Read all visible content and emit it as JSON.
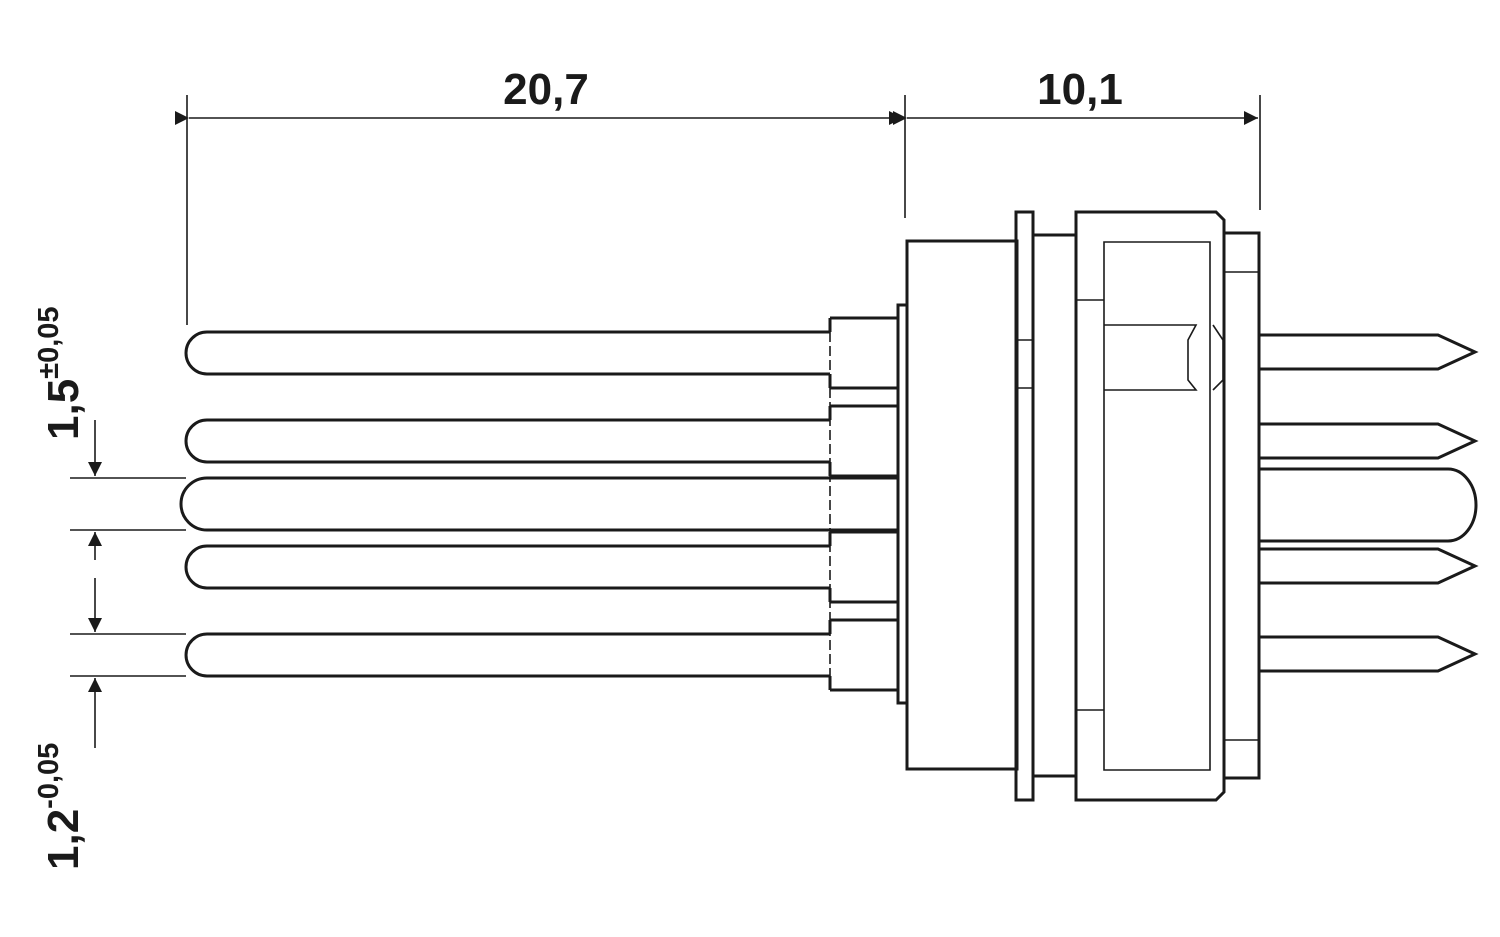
{
  "dimensions": {
    "pin_length": "20,7",
    "body_length": "10,1",
    "pitch": {
      "base": "1,5",
      "tolerance": "±0,05"
    },
    "pin_width": {
      "base": "1,2",
      "tolerance": "-0,05"
    }
  },
  "colors": {
    "line": "#1a1a1a",
    "background": "#ffffff"
  }
}
